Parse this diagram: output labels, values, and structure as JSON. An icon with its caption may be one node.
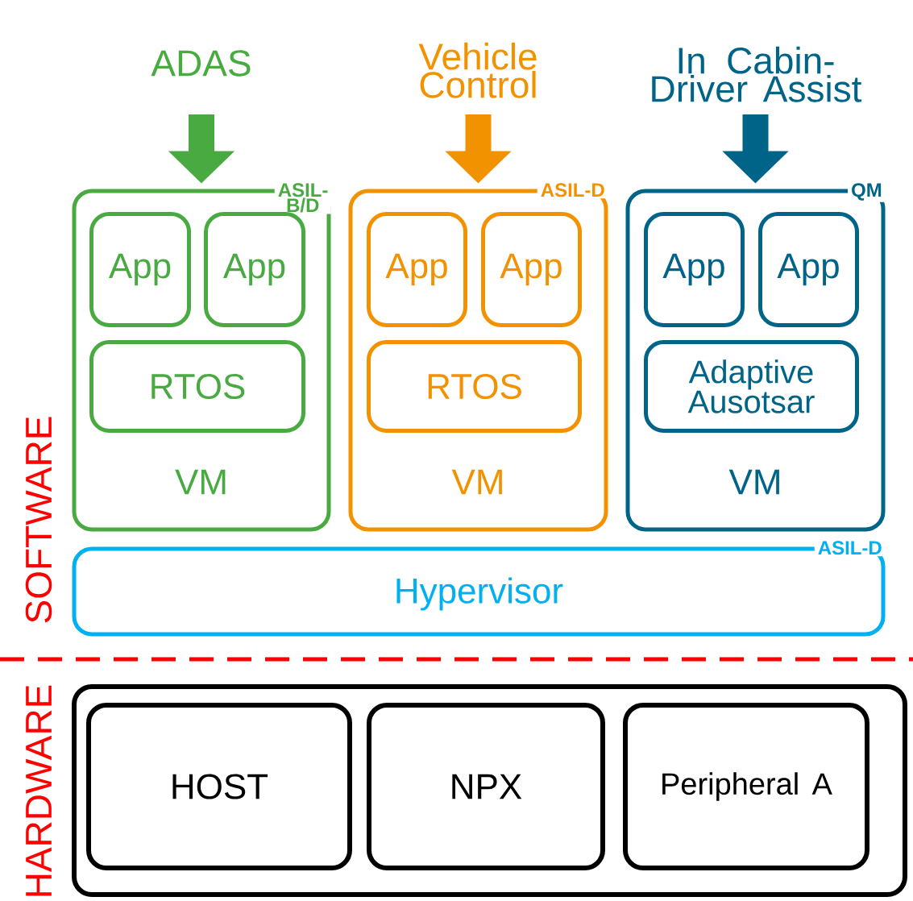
{
  "diagram": {
    "nodes": [
      {
        "text": [
          "ADAS"
        ]
      },
      {
        "text": [
          "Vehicle Control"
        ]
      },
      {
        "text": [
          "In Cabin- Driver Assist"
        ]
      },
      {
        "text": [
          "VM",
          "ASIL- B/D"
        ]
      },
      {
        "text": [
          "App"
        ],
        "in": 3
      },
      {
        "text": [
          "App"
        ],
        "in": 3
      },
      {
        "text": [
          "RTOS"
        ],
        "in": 3
      },
      {
        "text": [
          "VM",
          "ASIL-D"
        ]
      },
      {
        "text": [
          "App"
        ],
        "in": 7
      },
      {
        "text": [
          "App"
        ],
        "in": 7
      },
      {
        "text": [
          "RTOS"
        ],
        "in": 7
      },
      {
        "text": [
          "VM",
          "QM"
        ]
      },
      {
        "text": [
          "App"
        ],
        "in": 11
      },
      {
        "text": [
          "App"
        ],
        "in": 11
      },
      {
        "text": [
          "Adaptive Ausotsar"
        ],
        "in": 11
      },
      {
        "text": [
          "Hypervisor",
          "ASIL-D"
        ]
      },
      {
        "text": [],
        "shape": "box"
      },
      {
        "text": [
          "HOST"
        ],
        "in": 16
      },
      {
        "text": [
          "NPX"
        ],
        "in": 16
      },
      {
        "text": [
          "Peripheral A"
        ],
        "in": 16
      }
    ],
    "edges": [
      {
        "from": 0,
        "to": 3,
        "arrow": "to",
        "color": "#4aaa42"
      },
      {
        "from": 1,
        "to": 7,
        "arrow": "to",
        "color": "#f39200"
      },
      {
        "from": 2,
        "to": 11,
        "arrow": "to",
        "color": "#006388"
      }
    ],
    "labels": [
      "SOFTWARE",
      "HARDWARE"
    ]
  }
}
